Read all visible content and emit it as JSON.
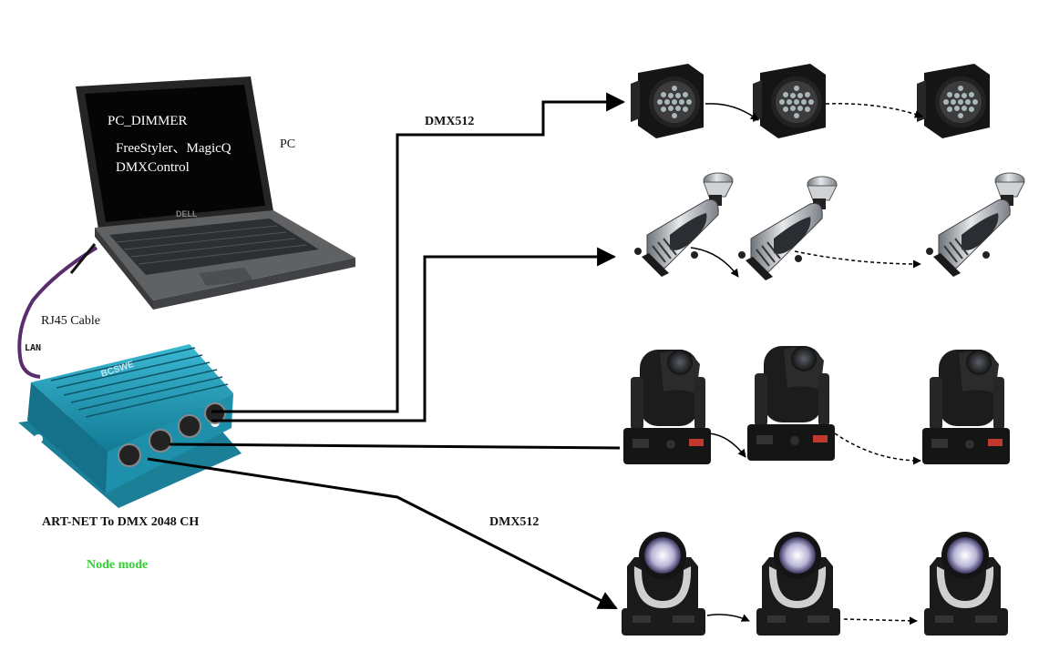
{
  "laptop": {
    "screen_lines": [
      "PC_DIMMER",
      "FreeStyler、MagicQ",
      "DMXControl"
    ],
    "brand": "DELL",
    "side_label": "PC"
  },
  "cable": {
    "label": "RJ45 Cable",
    "lan_label": "LAN"
  },
  "node": {
    "brand": "BCSWE",
    "title": "ART-NET To DMX 2048 CH",
    "mode": "Node mode",
    "mode_color": "#2fd12f",
    "body_color": "#1e9bb8"
  },
  "dmx_labels": [
    "DMX512",
    "DMX512"
  ],
  "fixture_rows": [
    {
      "type": "led-par",
      "count": 3
    },
    {
      "type": "scanner",
      "count": 3
    },
    {
      "type": "moving-head-spot",
      "count": 3
    },
    {
      "type": "moving-head-beam",
      "count": 3
    }
  ]
}
